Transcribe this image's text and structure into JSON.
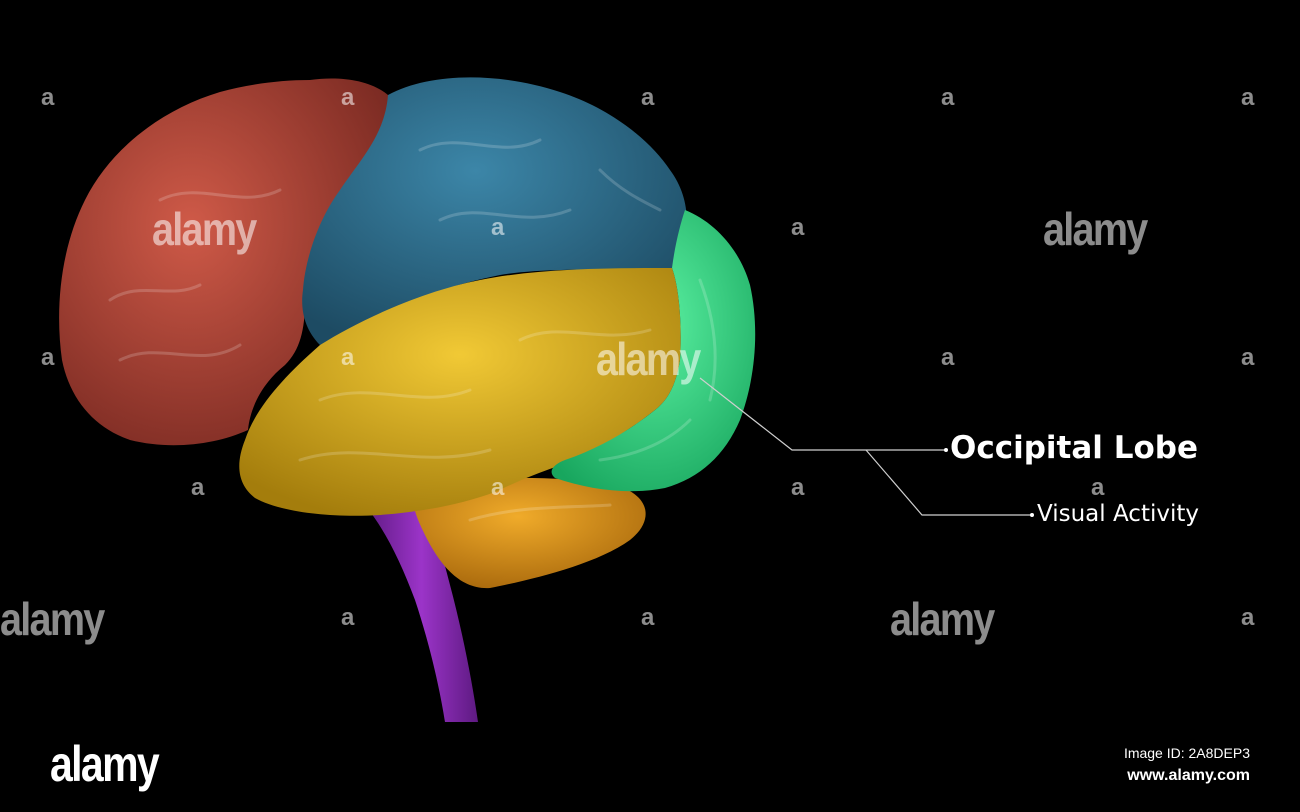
{
  "annotation": {
    "title": "Occipital Lobe",
    "subtitle": "Visual Activity"
  },
  "watermark": {
    "word": "alamy",
    "letter": "a"
  },
  "footer": {
    "brand": "alamy",
    "image_id": "Image ID: 2A8DEP3",
    "url": "www.alamy.com"
  },
  "colors": {
    "background": "#000000",
    "frontal_lobe": "#b84a3a",
    "parietal_lobe": "#2f6f8f",
    "temporal_lobe": "#e0b21e",
    "occipital_lobe": "#33e08a",
    "cerebellum": "#e09a1e",
    "brainstem": "#8a2bb5",
    "leader_line": "#cfcfcf"
  }
}
